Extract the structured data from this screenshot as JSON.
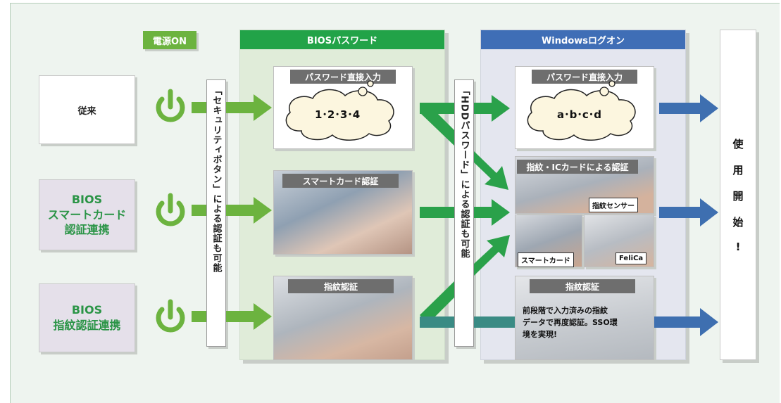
{
  "power_tag": "電源ON",
  "panels": {
    "bios_title": "BIOSパスワード",
    "windows_title": "Windowsログオン"
  },
  "rows": {
    "conventional": "従来",
    "bios_smartcard": [
      "BIOS",
      "スマートカード",
      "認証連携"
    ],
    "bios_fingerprint": [
      "BIOS",
      "指紋認証連携"
    ]
  },
  "security_button_note": "「セキュリティボタン」による認証も可能",
  "hdd_password_note": "「HDDパスワード」による認証も可能",
  "bios_cards": {
    "password_label": "パスワード直接入力",
    "password_value": "1･2･3･4",
    "smartcard_label": "スマートカード認証",
    "fingerprint_label": "指紋認証"
  },
  "windows_cards": {
    "password_label": "パスワード直接入力",
    "password_value": "a･b･c･d",
    "ic_label": "指紋・ICカードによる認証",
    "sensor_tag": "指紋センサー",
    "smartcard_tag": "スマートカード",
    "felica_tag": "FeliCa",
    "fingerprint_label": "指紋認証",
    "fingerprint_desc": [
      "前段階で入力済みの指紋",
      "データで再度認証。SSO環",
      "境を実現!"
    ]
  },
  "start_use": [
    "使",
    "用",
    "開",
    "始",
    "!"
  ],
  "icons": [
    "power-icon",
    "thought-cloud-icon",
    "arrow-icon"
  ],
  "colors": {
    "green_arrow": "#6cb33f",
    "blue_arrow": "#3e6fb0",
    "teal_arrow": "#3a8b84",
    "bios_header": "#22a348",
    "windows_header": "#3f6eb6"
  }
}
